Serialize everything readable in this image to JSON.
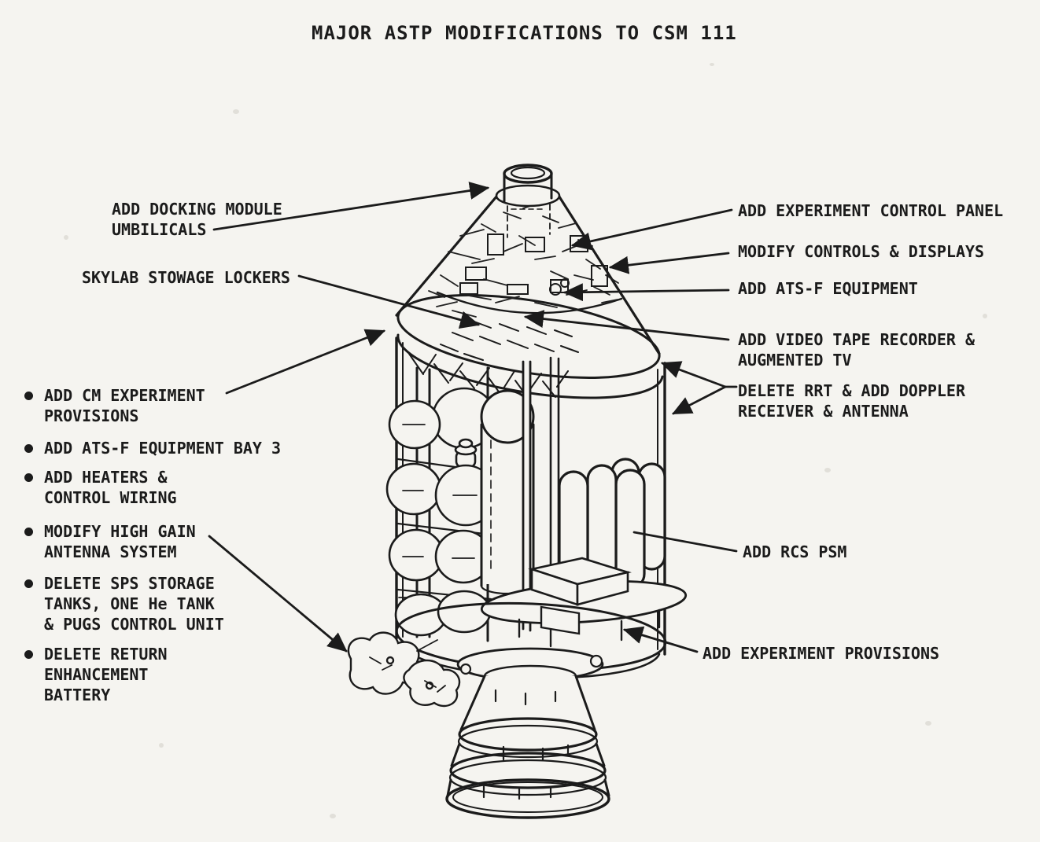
{
  "title": "MAJOR ASTP MODIFICATIONS TO CSM 111",
  "colors": {
    "ink": "#1b1b1b",
    "paper": "#f5f4f0"
  },
  "callouts": {
    "docking_umbilicals": {
      "lines": [
        "ADD DOCKING MODULE",
        "UMBILICALS"
      ]
    },
    "skylab_lockers": {
      "lines": [
        "SKYLAB STOWAGE LOCKERS"
      ]
    },
    "bullets": [
      {
        "lines": [
          "ADD CM EXPERIMENT",
          "PROVISIONS"
        ]
      },
      {
        "lines": [
          "ADD ATS-F EQUIPMENT BAY 3"
        ]
      },
      {
        "lines": [
          "ADD HEATERS &",
          "CONTROL WIRING"
        ]
      },
      {
        "lines": [
          "MODIFY HIGH GAIN",
          "ANTENNA SYSTEM"
        ]
      },
      {
        "lines": [
          "DELETE SPS STORAGE",
          "TANKS, ONE He TANK",
          "& PUGS CONTROL UNIT"
        ]
      },
      {
        "lines": [
          "DELETE RETURN",
          "ENHANCEMENT",
          "BATTERY"
        ]
      }
    ],
    "right": [
      {
        "lines": [
          "ADD EXPERIMENT CONTROL PANEL"
        ]
      },
      {
        "lines": [
          "MODIFY CONTROLS & DISPLAYS"
        ]
      },
      {
        "lines": [
          "ADD ATS-F EQUIPMENT"
        ]
      },
      {
        "lines": [
          "ADD VIDEO TAPE RECORDER &",
          "AUGMENTED TV"
        ]
      },
      {
        "lines": [
          "DELETE RRT & ADD DOPPLER",
          "RECEIVER & ANTENNA"
        ]
      },
      {
        "lines": [
          "ADD RCS PSM"
        ]
      },
      {
        "lines": [
          "ADD EXPERIMENT PROVISIONS"
        ]
      }
    ]
  }
}
